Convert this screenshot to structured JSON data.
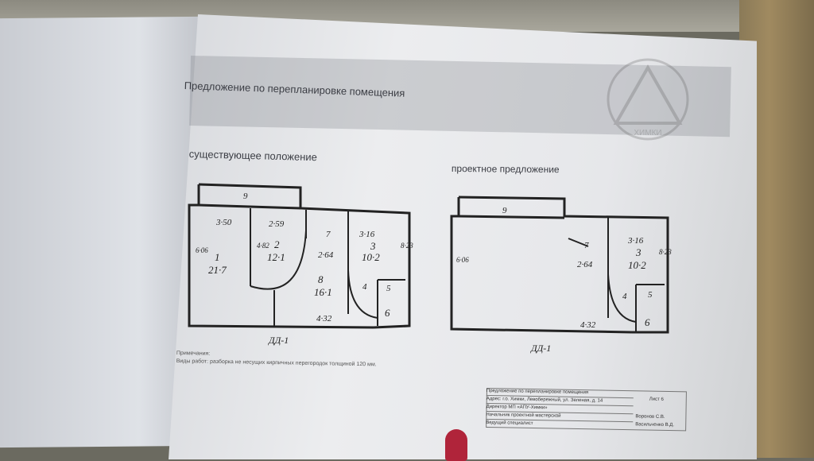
{
  "document": {
    "title": "Предложение по перепланировке помещения",
    "existing_label": "существующее положение",
    "proposed_label": "проектное предложение",
    "notes_heading": "Примечания:",
    "notes_text": "Виды работ: разборка не несущих кирпичных перегородок толщиной 120 мм.",
    "logo_text": "ХИМКИ"
  },
  "existing_plan": {
    "labels": [
      "9",
      "3·50",
      "2·59",
      "7",
      "3·16",
      "8·23",
      "6·06",
      "4·82",
      "1",
      "21·7",
      "2",
      "12·1",
      "2·64",
      "3",
      "10·2",
      "8",
      "16·1",
      "4",
      "5",
      "6",
      "4·32"
    ],
    "caption": "ДД-1"
  },
  "proposed_plan": {
    "labels": [
      "9",
      "7",
      "3·16",
      "8·23",
      "6·06",
      "2·64",
      "3",
      "10·2",
      "4",
      "5",
      "6",
      "4·32"
    ],
    "caption": "ДД-1"
  },
  "title_block": {
    "rows": [
      "Предложение по перепланировке помещения",
      "Адрес: г.о. Химки, Левобережный, ул. Зеленая, д. 14",
      "Директор МП «АПУ-Химки»",
      "Начальник проектной мастерской",
      "Ведущий специалист"
    ],
    "sheet": "Лист 6",
    "names": [
      "Воронов С.В.",
      "Васильченко В.Д."
    ]
  }
}
